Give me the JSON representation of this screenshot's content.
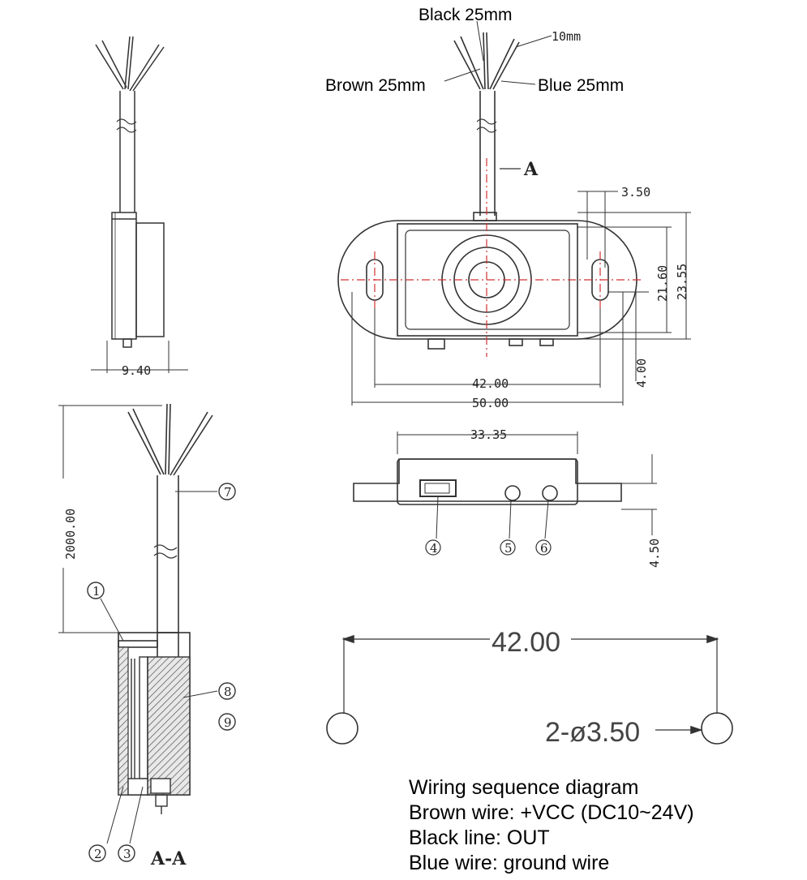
{
  "top_labels": {
    "black": "Black 25mm",
    "brown": "Brown 25mm",
    "blue": "Blue 25mm",
    "ten_mm": "10mm",
    "section_marker": "A"
  },
  "dimensions": {
    "side_width": "9.40",
    "hole_offset": "3.50",
    "height_inner": "21.60",
    "height_outer": "23.55",
    "hole_spacing": "42.00",
    "total_length": "50.00",
    "bottom_offset": "4.00",
    "bottom_body_width": "33.35",
    "flange_thickness": "4.50",
    "cable_length": "2000.00",
    "hole_pitch_large": "42.00",
    "hole_callout": "2-ø3.50"
  },
  "callouts": {
    "c1": "1",
    "c2": "2",
    "c3": "3",
    "c4": "4",
    "c5": "5",
    "c6": "6",
    "c7": "7",
    "c8": "8",
    "c9": "9"
  },
  "section_label": "A-A",
  "wiring": {
    "title": "Wiring sequence diagram",
    "brown": "Brown wire: +VCC (DC10~24V)",
    "black": "Black line: OUT",
    "blue": "Blue wire: ground wire"
  }
}
